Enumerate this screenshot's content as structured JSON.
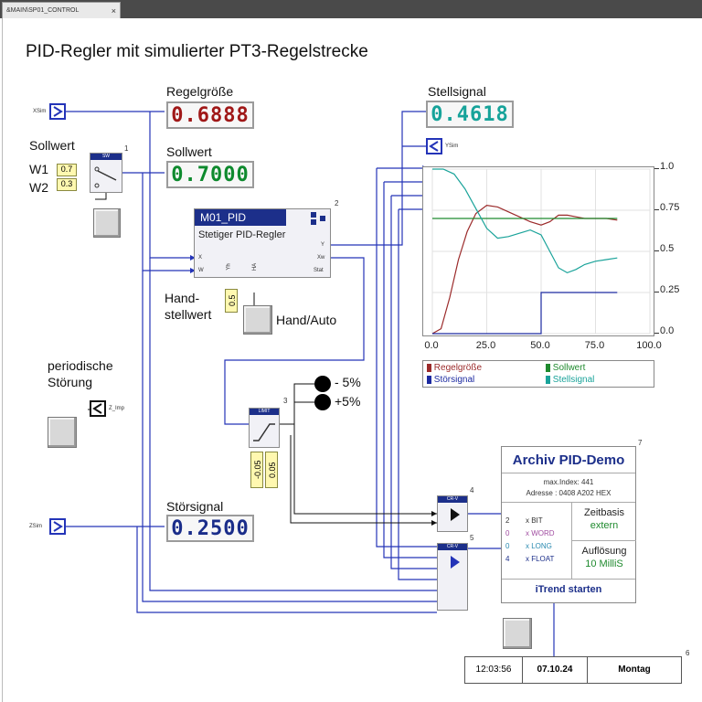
{
  "tab": {
    "label": "&MAIN\\SP01_CONTROL",
    "close": "×"
  },
  "title": "PID-Regler mit simulierter PT3-Regelstrecke",
  "inputs": {
    "xsim": "XSim",
    "ysim": "YSim",
    "zsim": "ZSim",
    "zimp": "Z_Imp"
  },
  "regelgroesse": {
    "label": "Regelgröße",
    "value": "0.6888"
  },
  "sollwert_display": {
    "label": "Sollwert",
    "value": "0.7000"
  },
  "stellsignal": {
    "label": "Stellsignal",
    "value": "0.4618"
  },
  "stoersignal": {
    "label": "Störsignal",
    "value": "0.2500"
  },
  "sollwert_switch": {
    "label": "Sollwert",
    "w1": "W1",
    "w2": "W2",
    "w1_value": "0.7",
    "w2_value": "0.3",
    "block": "SW",
    "num": "1"
  },
  "pid": {
    "header": "M01_PID",
    "name": "Stetiger PID-Regler",
    "num": "2",
    "port_x": "X",
    "port_w": "W",
    "port_y": "Y",
    "port_yh": "Yh",
    "port_ha": "HA",
    "port_xw": "Xw",
    "port_stat": "Stat"
  },
  "handstellwert": {
    "label1": "Hand-",
    "label2": "stellwert",
    "value": "0.5"
  },
  "handauto": {
    "label": "Hand/Auto"
  },
  "stoerung": {
    "label1": "periodische",
    "label2": "Störung"
  },
  "limit": {
    "header": "LIMIT",
    "num": "3",
    "low": "-0.05",
    "high": "0.05"
  },
  "offsets": {
    "minus": "- 5%",
    "plus": "+5%"
  },
  "crv4": {
    "header": "CR-V",
    "num": "4"
  },
  "crv5": {
    "header": "CR-V",
    "num": "5"
  },
  "archive": {
    "num": "7",
    "title": "Archiv PID-Demo",
    "maxindex": "max.Index: 441",
    "adresse": "Adresse   : 0408  A202 HEX",
    "types": [
      {
        "n": "2",
        "t": "x BIT",
        "c": "#333333"
      },
      {
        "n": "0",
        "t": "x WORD",
        "c": "#a04ca0"
      },
      {
        "n": "0",
        "t": "x LONG",
        "c": "#2a8ab0"
      },
      {
        "n": "4",
        "t": "x FLOAT",
        "c": "#1c2f8a"
      }
    ],
    "zeitbasis": "Zeitbasis",
    "zeitbasis_value": "extern",
    "aufloesung": "Auflösung",
    "aufloesung_value": "10 MilliS",
    "button": "iTrend starten"
  },
  "clock": {
    "num": "6",
    "time": "12:03:56",
    "date": "07.10.24",
    "day": "Montag"
  },
  "legend": {
    "items": [
      {
        "label": "Regelgröße",
        "color": "#9b2a2a"
      },
      {
        "label": "Sollwert",
        "color": "#1f8a2e"
      },
      {
        "label": "Störsignal",
        "color": "#1c2aa0"
      },
      {
        "label": "Stellsignal",
        "color": "#1aa39a"
      }
    ]
  },
  "chart_data": {
    "type": "line",
    "xlim": [
      0,
      100
    ],
    "ylim": [
      0,
      1
    ],
    "x_ticks": [
      "0.0",
      "25.0",
      "50.0",
      "75.0",
      "100.0"
    ],
    "y_ticks": [
      "0.0",
      "0.25",
      "0.5",
      "0.75",
      "1.0"
    ],
    "series": [
      {
        "name": "Regelgröße",
        "color": "#9b2a2a",
        "x": [
          0,
          4,
          8,
          12,
          16,
          20,
          25,
          30,
          35,
          40,
          45,
          50,
          54,
          58,
          62,
          66,
          70,
          75,
          80,
          85
        ],
        "y": [
          0,
          0.03,
          0.22,
          0.45,
          0.62,
          0.73,
          0.78,
          0.77,
          0.74,
          0.71,
          0.68,
          0.66,
          0.68,
          0.72,
          0.72,
          0.71,
          0.7,
          0.7,
          0.7,
          0.69
        ]
      },
      {
        "name": "Sollwert",
        "color": "#1f8a2e",
        "x": [
          0,
          85
        ],
        "y": [
          0.7,
          0.7
        ]
      },
      {
        "name": "Stellsignal",
        "color": "#1aa39a",
        "x": [
          0,
          5,
          10,
          15,
          20,
          25,
          30,
          35,
          40,
          45,
          50,
          54,
          58,
          62,
          66,
          70,
          75,
          80,
          85
        ],
        "y": [
          1.0,
          1.0,
          0.97,
          0.88,
          0.76,
          0.64,
          0.58,
          0.59,
          0.61,
          0.63,
          0.6,
          0.5,
          0.4,
          0.37,
          0.39,
          0.42,
          0.44,
          0.45,
          0.46
        ]
      },
      {
        "name": "Störsignal",
        "color": "#1c2aa0",
        "x": [
          0,
          50,
          50,
          85
        ],
        "y": [
          0,
          0,
          0.25,
          0.25
        ]
      }
    ],
    "grid": true
  }
}
